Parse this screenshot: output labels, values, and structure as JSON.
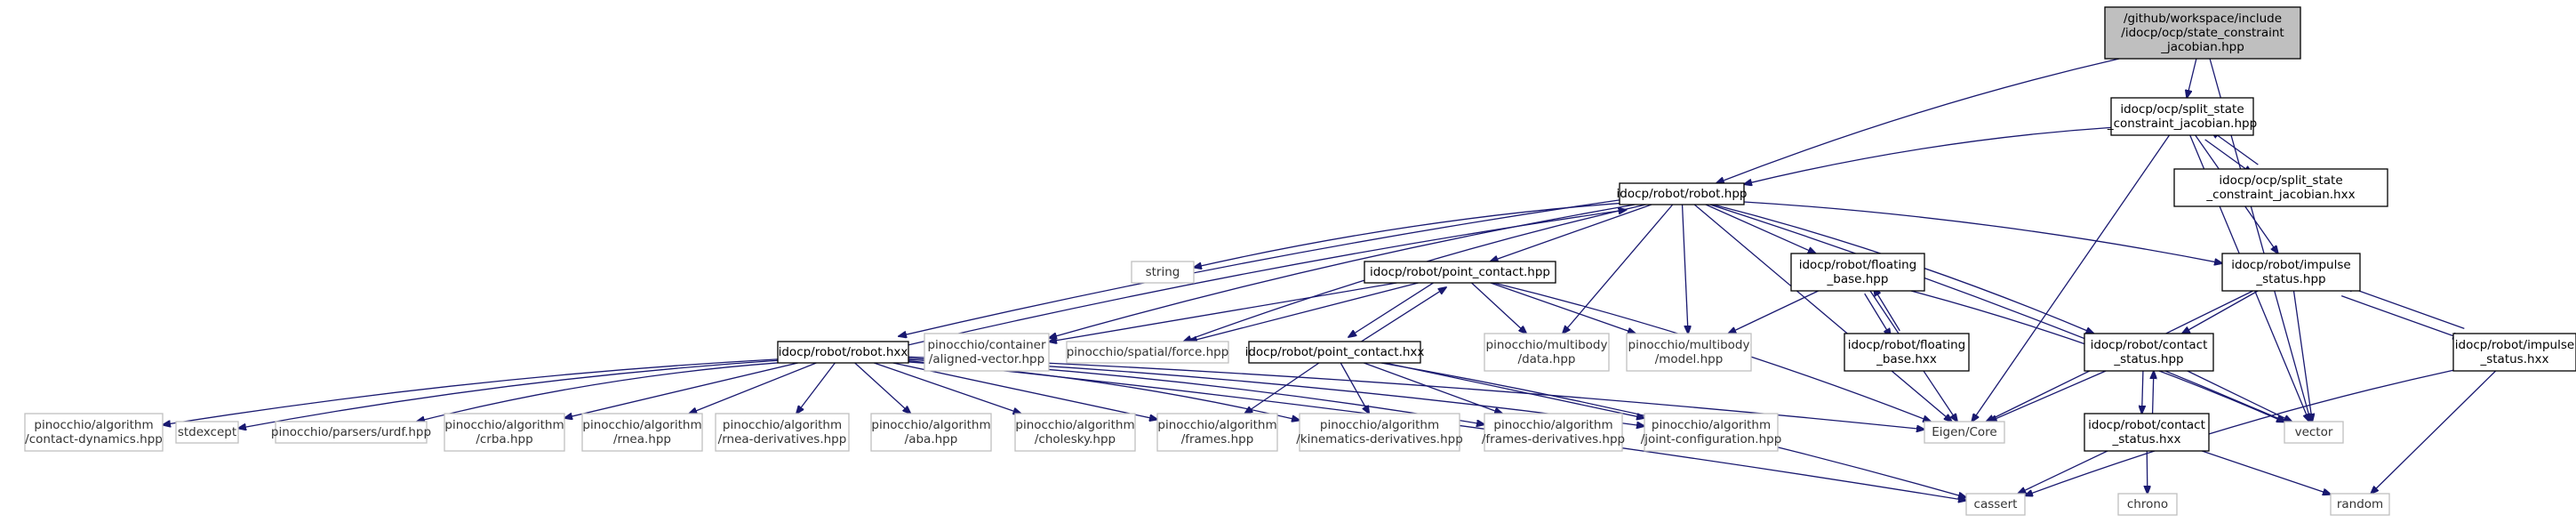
{
  "diagram": {
    "type": "include-dependency-graph",
    "colors": {
      "edge": "#191970",
      "root_fill": "#bfbfbf",
      "node_border": "#000000",
      "external_border": "#bfbfbf"
    },
    "nodes": [
      {
        "id": "root",
        "lines": [
          "/github/workspace/include",
          "/idocp/ocp/state_constraint",
          "_jacobian.hpp"
        ],
        "style": "root"
      },
      {
        "id": "split_hpp",
        "lines": [
          "idocp/ocp/split_state",
          "_constraint_jacobian.hpp"
        ],
        "style": "normal"
      },
      {
        "id": "split_hxx",
        "lines": [
          "idocp/ocp/split_state",
          "_constraint_jacobian.hxx"
        ],
        "style": "normal"
      },
      {
        "id": "robot_hpp",
        "lines": [
          "idocp/robot/robot.hpp"
        ],
        "style": "normal"
      },
      {
        "id": "string",
        "lines": [
          "string"
        ],
        "style": "external"
      },
      {
        "id": "point_contact_hpp",
        "lines": [
          "idocp/robot/point_contact.hpp"
        ],
        "style": "normal"
      },
      {
        "id": "floating_base_hpp",
        "lines": [
          "idocp/robot/floating",
          "_base.hpp"
        ],
        "style": "normal"
      },
      {
        "id": "impulse_status_hpp",
        "lines": [
          "idocp/robot/impulse",
          "_status.hpp"
        ],
        "style": "normal"
      },
      {
        "id": "robot_hxx",
        "lines": [
          "idocp/robot/robot.hxx"
        ],
        "style": "normal"
      },
      {
        "id": "aligned_vector",
        "lines": [
          "pinocchio/container",
          "/aligned-vector.hpp"
        ],
        "style": "external"
      },
      {
        "id": "spatial_force",
        "lines": [
          "pinocchio/spatial/force.hpp"
        ],
        "style": "external"
      },
      {
        "id": "point_contact_hxx",
        "lines": [
          "idocp/robot/point_contact.hxx"
        ],
        "style": "normal"
      },
      {
        "id": "mb_data",
        "lines": [
          "pinocchio/multibody",
          "/data.hpp"
        ],
        "style": "external"
      },
      {
        "id": "mb_model",
        "lines": [
          "pinocchio/multibody",
          "/model.hpp"
        ],
        "style": "external"
      },
      {
        "id": "floating_base_hxx",
        "lines": [
          "idocp/robot/floating",
          "_base.hxx"
        ],
        "style": "normal"
      },
      {
        "id": "contact_status_hpp",
        "lines": [
          "idocp/robot/contact",
          "_status.hpp"
        ],
        "style": "normal"
      },
      {
        "id": "impulse_status_hxx",
        "lines": [
          "idocp/robot/impulse",
          "_status.hxx"
        ],
        "style": "normal"
      },
      {
        "id": "contact_dynamics",
        "lines": [
          "pinocchio/algorithm",
          "/contact-dynamics.hpp"
        ],
        "style": "external"
      },
      {
        "id": "stdexcept",
        "lines": [
          "stdexcept"
        ],
        "style": "external"
      },
      {
        "id": "urdf",
        "lines": [
          "pinocchio/parsers/urdf.hpp"
        ],
        "style": "external"
      },
      {
        "id": "crba",
        "lines": [
          "pinocchio/algorithm",
          "/crba.hpp"
        ],
        "style": "external"
      },
      {
        "id": "rnea",
        "lines": [
          "pinocchio/algorithm",
          "/rnea.hpp"
        ],
        "style": "external"
      },
      {
        "id": "rnea_deriv",
        "lines": [
          "pinocchio/algorithm",
          "/rnea-derivatives.hpp"
        ],
        "style": "external"
      },
      {
        "id": "aba",
        "lines": [
          "pinocchio/algorithm",
          "/aba.hpp"
        ],
        "style": "external"
      },
      {
        "id": "cholesky",
        "lines": [
          "pinocchio/algorithm",
          "/cholesky.hpp"
        ],
        "style": "external"
      },
      {
        "id": "frames",
        "lines": [
          "pinocchio/algorithm",
          "/frames.hpp"
        ],
        "style": "external"
      },
      {
        "id": "kin_deriv",
        "lines": [
          "pinocchio/algorithm",
          "/kinematics-derivatives.hpp"
        ],
        "style": "external"
      },
      {
        "id": "frames_deriv",
        "lines": [
          "pinocchio/algorithm",
          "/frames-derivatives.hpp"
        ],
        "style": "external"
      },
      {
        "id": "joint_config",
        "lines": [
          "pinocchio/algorithm",
          "/joint-configuration.hpp"
        ],
        "style": "external"
      },
      {
        "id": "eigen",
        "lines": [
          "Eigen/Core"
        ],
        "style": "external"
      },
      {
        "id": "contact_status_hxx",
        "lines": [
          "idocp/robot/contact",
          "_status.hxx"
        ],
        "style": "normal"
      },
      {
        "id": "vector",
        "lines": [
          "vector"
        ],
        "style": "external"
      },
      {
        "id": "cassert",
        "lines": [
          "cassert"
        ],
        "style": "external"
      },
      {
        "id": "chrono",
        "lines": [
          "chrono"
        ],
        "style": "external"
      },
      {
        "id": "random",
        "lines": [
          "random"
        ],
        "style": "external"
      }
    ],
    "edges": [
      [
        "root",
        "split_hpp"
      ],
      [
        "root",
        "robot_hpp"
      ],
      [
        "root",
        "vector"
      ],
      [
        "split_hpp",
        "robot_hpp"
      ],
      [
        "split_hpp",
        "eigen"
      ],
      [
        "split_hpp",
        "impulse_status_hpp"
      ],
      [
        "split_hpp",
        "vector"
      ],
      [
        "split_hpp",
        "split_hxx"
      ],
      [
        "split_hxx",
        "split_hpp"
      ],
      [
        "robot_hpp",
        "string"
      ],
      [
        "robot_hpp",
        "point_contact_hpp"
      ],
      [
        "robot_hpp",
        "floating_base_hpp"
      ],
      [
        "robot_hpp",
        "impulse_status_hpp"
      ],
      [
        "robot_hpp",
        "robot_hxx"
      ],
      [
        "robot_hpp",
        "aligned_vector"
      ],
      [
        "robot_hpp",
        "spatial_force"
      ],
      [
        "robot_hpp",
        "mb_data"
      ],
      [
        "robot_hpp",
        "mb_model"
      ],
      [
        "robot_hpp",
        "contact_status_hpp"
      ],
      [
        "robot_hpp",
        "eigen"
      ],
      [
        "robot_hpp",
        "vector"
      ],
      [
        "robot_hxx",
        "robot_hpp"
      ],
      [
        "robot_hxx",
        "contact_dynamics"
      ],
      [
        "robot_hxx",
        "stdexcept"
      ],
      [
        "robot_hxx",
        "urdf"
      ],
      [
        "robot_hxx",
        "crba"
      ],
      [
        "robot_hxx",
        "rnea"
      ],
      [
        "robot_hxx",
        "rnea_deriv"
      ],
      [
        "robot_hxx",
        "aba"
      ],
      [
        "robot_hxx",
        "cholesky"
      ],
      [
        "robot_hxx",
        "frames"
      ],
      [
        "robot_hxx",
        "kin_deriv"
      ],
      [
        "robot_hxx",
        "frames_deriv"
      ],
      [
        "robot_hxx",
        "joint_config"
      ],
      [
        "robot_hxx",
        "eigen"
      ],
      [
        "robot_hxx",
        "cassert"
      ],
      [
        "point_contact_hpp",
        "aligned_vector"
      ],
      [
        "point_contact_hpp",
        "spatial_force"
      ],
      [
        "point_contact_hpp",
        "mb_data"
      ],
      [
        "point_contact_hpp",
        "mb_model"
      ],
      [
        "point_contact_hpp",
        "point_contact_hxx"
      ],
      [
        "point_contact_hpp",
        "eigen"
      ],
      [
        "point_contact_hxx",
        "point_contact_hpp"
      ],
      [
        "point_contact_hxx",
        "frames"
      ],
      [
        "point_contact_hxx",
        "kin_deriv"
      ],
      [
        "point_contact_hxx",
        "frames_deriv"
      ],
      [
        "point_contact_hxx",
        "joint_config"
      ],
      [
        "point_contact_hxx",
        "cassert"
      ],
      [
        "floating_base_hpp",
        "mb_model"
      ],
      [
        "floating_base_hpp",
        "eigen"
      ],
      [
        "floating_base_hpp",
        "vector"
      ],
      [
        "floating_base_hpp",
        "floating_base_hxx"
      ],
      [
        "floating_base_hxx",
        "floating_base_hpp"
      ],
      [
        "impulse_status_hpp",
        "contact_status_hpp"
      ],
      [
        "impulse_status_hpp",
        "eigen"
      ],
      [
        "impulse_status_hpp",
        "vector"
      ],
      [
        "impulse_status_hpp",
        "impulse_status_hxx"
      ],
      [
        "impulse_status_hxx",
        "impulse_status_hpp"
      ],
      [
        "impulse_status_hxx",
        "cassert"
      ],
      [
        "impulse_status_hxx",
        "random"
      ],
      [
        "contact_status_hpp",
        "eigen"
      ],
      [
        "contact_status_hpp",
        "vector"
      ],
      [
        "contact_status_hpp",
        "contact_status_hxx"
      ],
      [
        "contact_status_hxx",
        "contact_status_hpp"
      ],
      [
        "contact_status_hxx",
        "cassert"
      ],
      [
        "contact_status_hxx",
        "chrono"
      ],
      [
        "contact_status_hxx",
        "random"
      ]
    ]
  }
}
